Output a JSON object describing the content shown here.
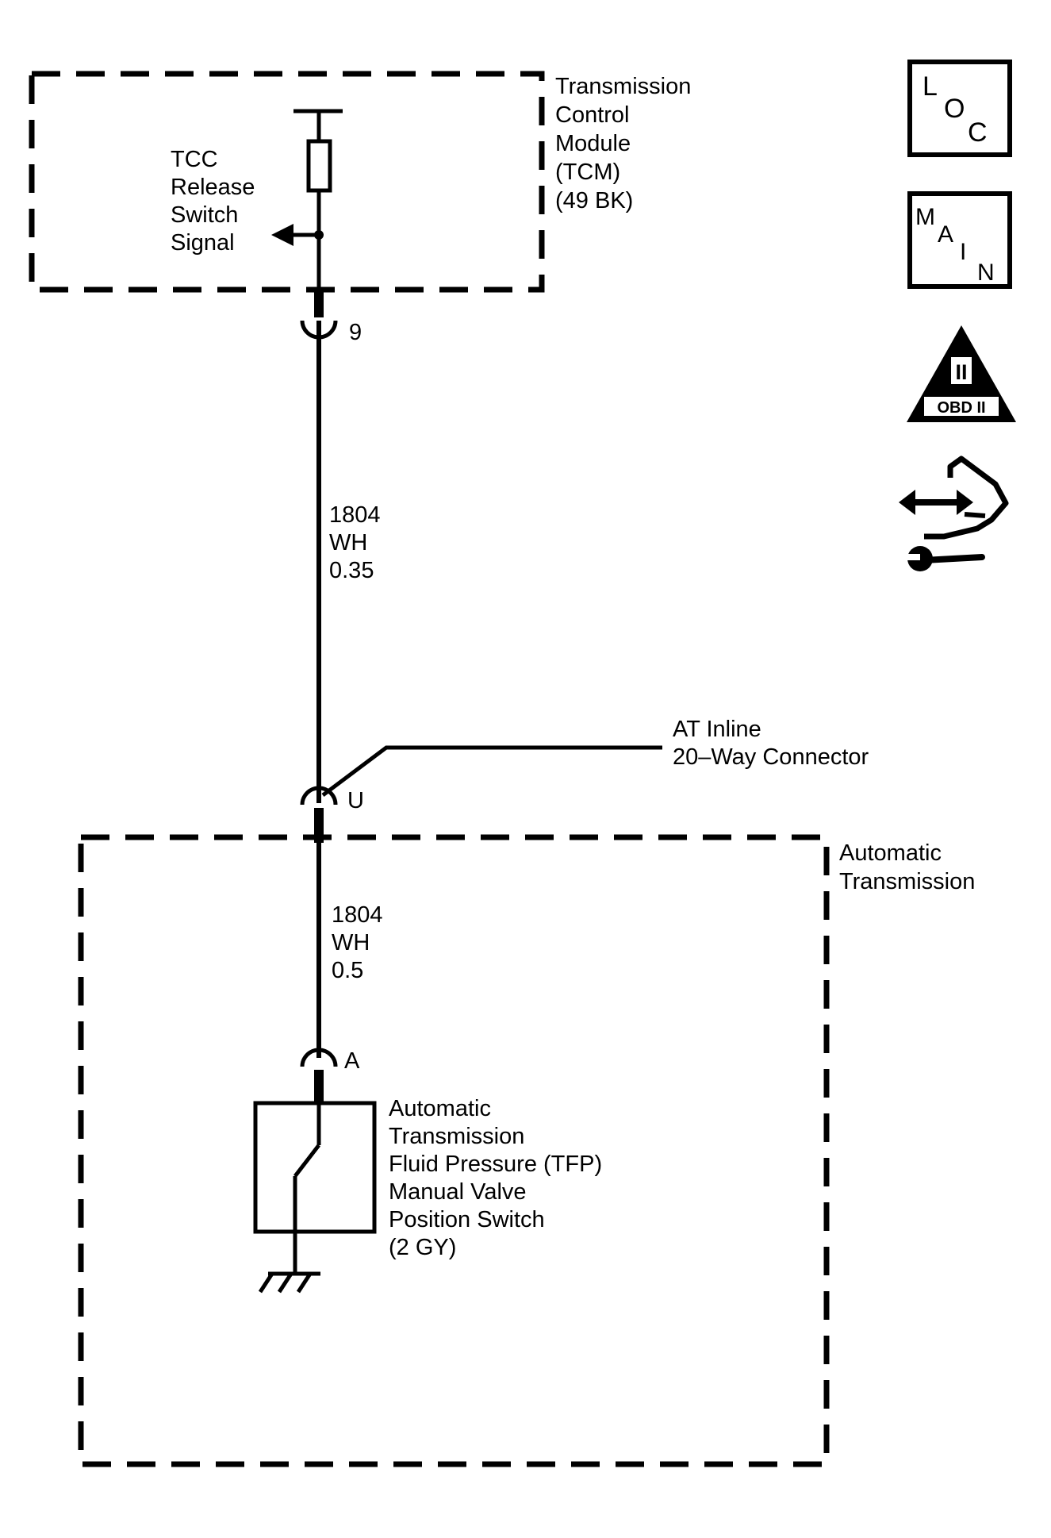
{
  "tcm": {
    "name_lines": [
      "Transmission",
      "Control",
      "Module",
      "(TCM)",
      "(49 BK)"
    ],
    "signal_lines": [
      "TCC",
      "Release",
      "Switch",
      "Signal"
    ]
  },
  "connectors": {
    "tcm_pin": "9",
    "inline_pin": "U",
    "switch_pin": "A"
  },
  "wires": {
    "upper": [
      "1804",
      "WH",
      "0.35"
    ],
    "lower": [
      "1804",
      "WH",
      "0.5"
    ]
  },
  "inline_connector": [
    "AT Inline",
    "20–Way Connector"
  ],
  "transmission": [
    "Automatic",
    "Transmission"
  ],
  "tfp_switch": [
    "Automatic",
    "Transmission",
    "Fluid Pressure (TFP)",
    "Manual Valve",
    "Position Switch",
    "(2 GY)"
  ],
  "icons": {
    "loc": [
      "L",
      "O",
      "C"
    ],
    "main": [
      "M",
      "A",
      "I",
      "N"
    ],
    "obd": {
      "numeral": "II",
      "label": "OBD II"
    },
    "diagnostic": "hand-wrench-icon"
  },
  "colors": {
    "ink": "#000000",
    "background": "#ffffff"
  }
}
